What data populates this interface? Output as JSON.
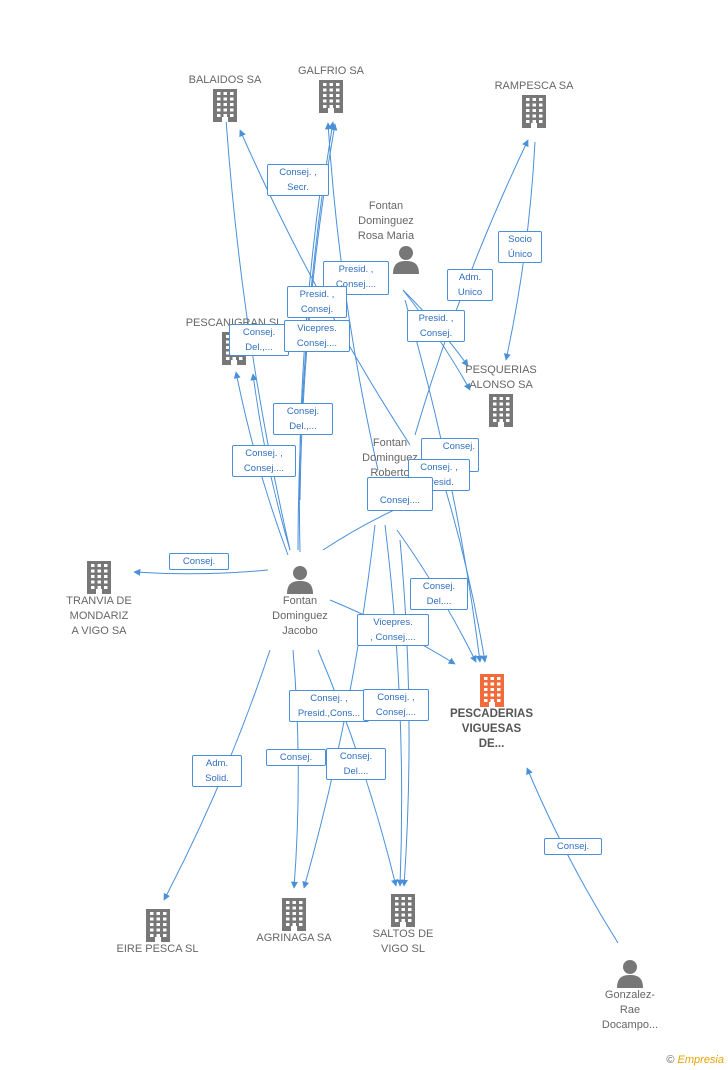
{
  "companies": {
    "balaidos": "BALAIDOS SA",
    "galfrio": "GALFRIO SA",
    "rampesca": "RAMPESCA SA",
    "pescanigran": "PESCANIGRAN SL",
    "pesquerias": "PESQUERIAS\nALONSO SA",
    "tranvia": "TRANVIA DE\nMONDARIZ\nA VIGO SA",
    "pescaderias": "PESCADERIAS\nVIGUESAS\nDE...",
    "eire": "EIRE PESCA SL",
    "agrinaga": "AGRINAGA SA",
    "saltos": "SALTOS DE\nVIGO SL"
  },
  "persons": {
    "rosa": "Fontan\nDominguez\nRosa Maria",
    "roberto": "Fontan\nDominguez\nRoberto",
    "jacobo": "Fontan\nDominguez\nJacobo",
    "gonzalez": "Gonzalez-\nRae\nDocampo..."
  },
  "relations": {
    "r1": "Consej. ,\nSecr.",
    "r2": "Presid. ,\nConsej....",
    "r3": "Presid. ,\nConsej.",
    "r4": "Consej.\nDel.,...",
    "r5": "Vicepres.\nConsej....",
    "r6": "Consej.\nDel.,...",
    "r7": "Consej. ,\nConsej....",
    "r8": "Adm.\nUnico",
    "r9": "Socio\nÚnico",
    "r10": "Presid. ,\nConsej.",
    "r11": "Consej.",
    "r12": "Consej. ,\nPresid.",
    "r13": "Consej....",
    "r14": "Consej.",
    "r15": "Consej.\nDel....",
    "r16": "Vicepres.\n, Consej....",
    "r17": "Consej. ,\nPresid.,Cons...",
    "r18": "Consej. ,\nConsej....",
    "r19": "Adm.\nSolid.",
    "r20": "Consej.",
    "r21": "Consej.\nDel....",
    "r22": "Consej."
  },
  "footer": {
    "symbol": "©",
    "brand_e": "E",
    "brand_rest": "mpresia"
  },
  "colors": {
    "edge": "#4a90d9",
    "node": "#777777",
    "focus": "#f26b3a"
  }
}
